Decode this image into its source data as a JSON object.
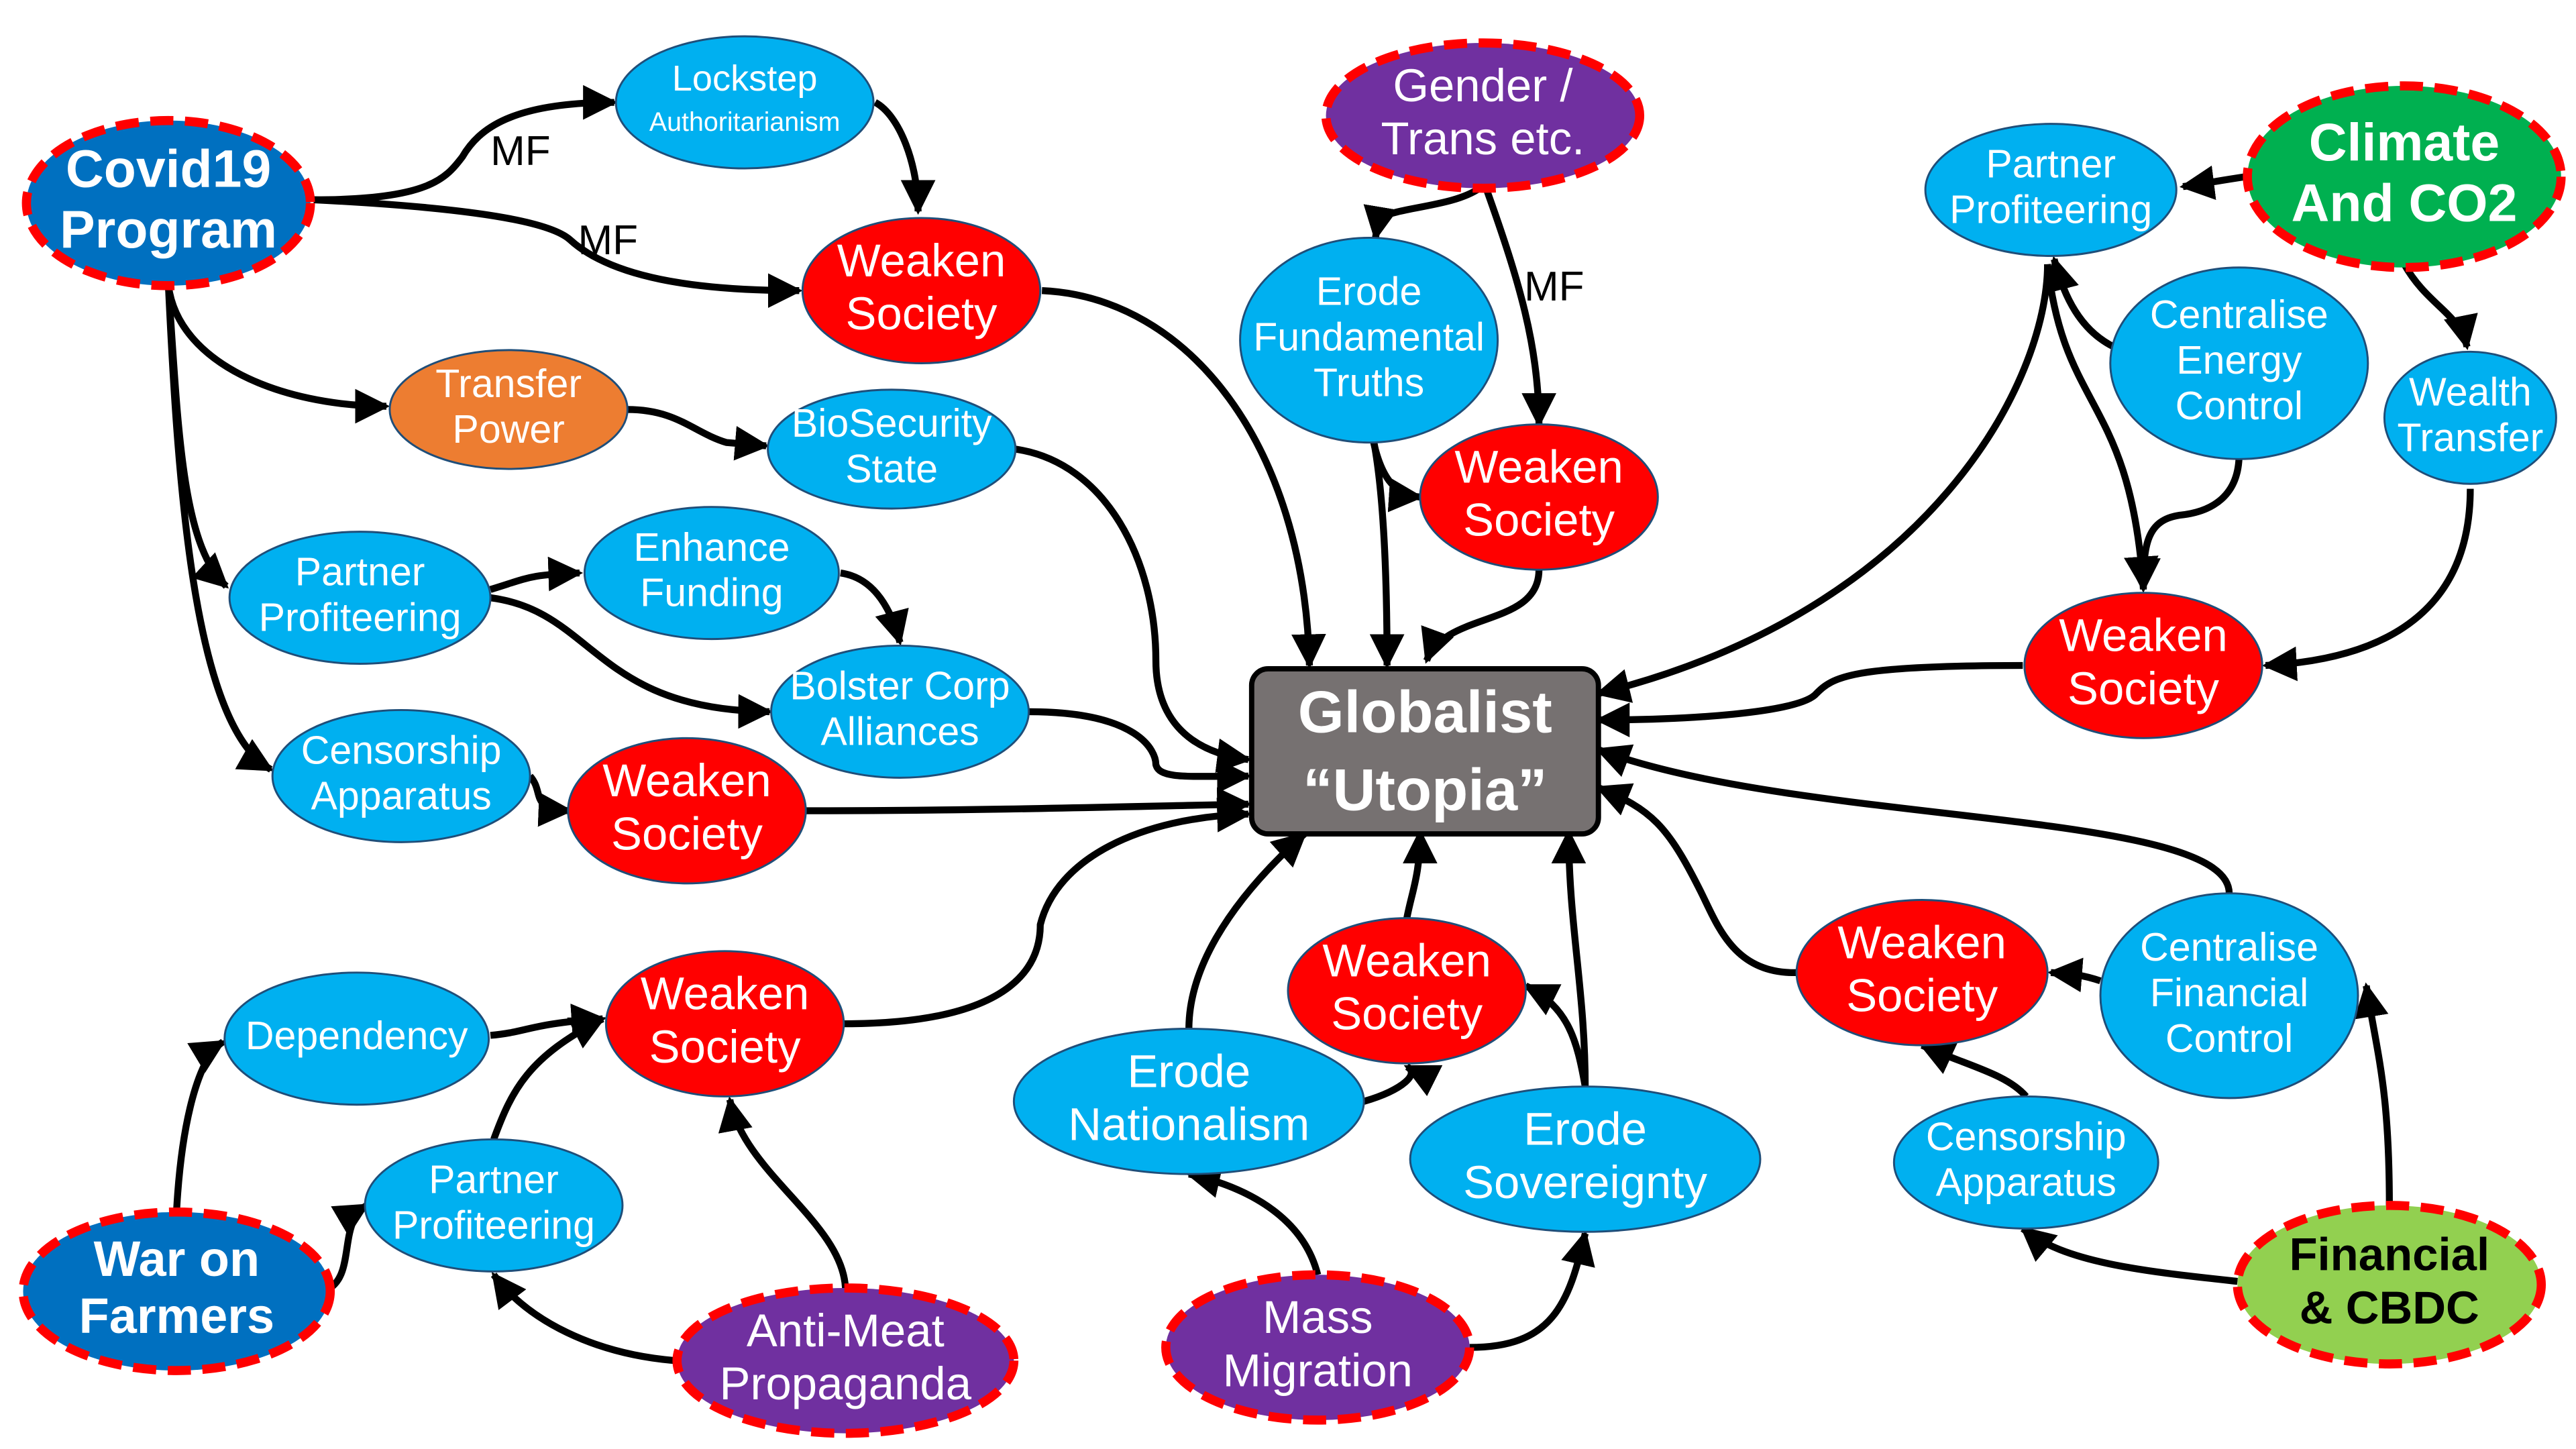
{
  "colors": {
    "cyan": "#00b0f0",
    "red": "#ff0000",
    "orange": "#ed7d31",
    "purple": "#7030a0",
    "darkblue": "#0070c0",
    "green": "#00b050",
    "lightgreen": "#92d050",
    "hub": "#767171",
    "dash": "#ff0000",
    "text_light": "#ffffff",
    "text_dark": "#000000"
  },
  "hub": {
    "line1": "Globalist",
    "line2": "“Utopia”"
  },
  "nodes": {
    "covid": {
      "lines": [
        "Covid19",
        "Program"
      ]
    },
    "lockstep": {
      "lines": [
        "Lockstep",
        "Authoritarianism"
      ]
    },
    "weaken1": {
      "lines": [
        "Weaken",
        "Society"
      ]
    },
    "transfer": {
      "lines": [
        "Transfer",
        "Power"
      ]
    },
    "biosec": {
      "lines": [
        "BioSecurity",
        "State"
      ]
    },
    "partner1": {
      "lines": [
        "Partner",
        "Profiteering"
      ]
    },
    "enhance": {
      "lines": [
        "Enhance",
        "Funding"
      ]
    },
    "bolster": {
      "lines": [
        "Bolster Corp",
        "Alliances"
      ]
    },
    "censor1": {
      "lines": [
        "Censorship",
        "Apparatus"
      ]
    },
    "weaken2": {
      "lines": [
        "Weaken",
        "Society"
      ]
    },
    "gender": {
      "lines": [
        "Gender /",
        "Trans etc."
      ]
    },
    "erodeft": {
      "lines": [
        "Erode",
        "Fundamental",
        "Truths"
      ]
    },
    "weaken3": {
      "lines": [
        "Weaken",
        "Society"
      ]
    },
    "climate": {
      "lines": [
        "Climate",
        "And CO2"
      ]
    },
    "partner2": {
      "lines": [
        "Partner",
        "Profiteering"
      ]
    },
    "energy": {
      "lines": [
        "Centralise",
        "Energy",
        "Control"
      ]
    },
    "wealth": {
      "lines": [
        "Wealth",
        "Transfer"
      ]
    },
    "weaken4": {
      "lines": [
        "Weaken",
        "Society"
      ]
    },
    "dependency": {
      "lines": [
        "Dependency"
      ]
    },
    "weaken5": {
      "lines": [
        "Weaken",
        "Society"
      ]
    },
    "partner3": {
      "lines": [
        "Partner",
        "Profiteering"
      ]
    },
    "warfarmers": {
      "lines": [
        "War on",
        "Farmers"
      ]
    },
    "antimeat": {
      "lines": [
        "Anti-Meat",
        "Propaganda"
      ]
    },
    "nationalism": {
      "lines": [
        "Erode",
        "Nationalism"
      ]
    },
    "weaken6": {
      "lines": [
        "Weaken",
        "Society"
      ]
    },
    "sovereignty": {
      "lines": [
        "Erode",
        "Sovereignty"
      ]
    },
    "migration": {
      "lines": [
        "Mass",
        "Migration"
      ]
    },
    "weaken7": {
      "lines": [
        "Weaken",
        "Society"
      ]
    },
    "finctrl": {
      "lines": [
        "Centralise",
        "Financial",
        "Control"
      ]
    },
    "censor2": {
      "lines": [
        "Censorship",
        "Apparatus"
      ]
    },
    "cbdc": {
      "lines": [
        "Financial",
        "& CBDC"
      ]
    }
  },
  "edge_labels": {
    "mf1": "MF",
    "mf2": "MF",
    "mf3": "MF"
  }
}
